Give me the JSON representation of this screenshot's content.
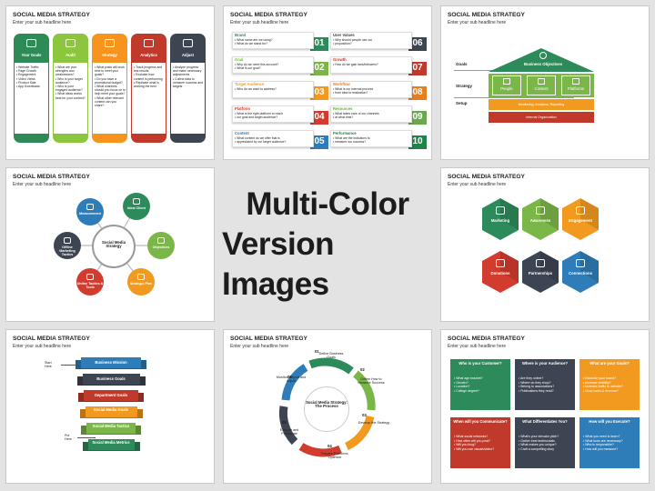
{
  "center_text": {
    "line1": "Multi-Color",
    "line2": "Version Images"
  },
  "slide_common": {
    "title": "SOCIAL MEDIA STRATEGY",
    "subtitle": "Enter your sub headline here"
  },
  "slide1": {
    "columns": [
      {
        "label": "Your Goals",
        "color": "#2e8b57",
        "bullets": [
          "Website Traffic",
          "Page Growth",
          "Engagement",
          "Video Views",
          "Product Sale",
          "App Downloads"
        ]
      },
      {
        "label": "Audit",
        "color": "#8cc63f",
        "bullets": [
          "What are your strengths and weaknesses?",
          "Who is your target audience?",
          "Who is your engaged audience?",
          "What ideas works best for your content?"
        ]
      },
      {
        "label": "Strategy",
        "color": "#f7941d",
        "bullets": [
          "What posts will work best to meet your goals?",
          "Do you have a promotional budget?",
          "What channels should you focus on to help meet your goals?",
          "What other relevant content can you share?"
        ]
      },
      {
        "label": "Analytics",
        "color": "#c0392b",
        "bullets": [
          "Track progress and test results",
          "Evaluate how content is performing",
          "Replicate what is working the best"
        ]
      },
      {
        "label": "Adjust",
        "color": "#3d4452",
        "bullets": [
          "Analyze progress and make necessary adjustments",
          "Collect data to measure success and targets"
        ]
      }
    ]
  },
  "slide2": {
    "items": [
      {
        "num": "01",
        "title": "Brand",
        "color": "#2d8a5a",
        "lines": [
          "What name are we using?",
          "What do we stand for?"
        ]
      },
      {
        "num": "02",
        "title": "Goal",
        "color": "#7ab648",
        "lines": [
          "Why do we need this account?",
          "What is our goal?"
        ]
      },
      {
        "num": "03",
        "title": "Target Audience",
        "color": "#f29a1f",
        "lines": [
          "Who do we want to address?"
        ]
      },
      {
        "num": "04",
        "title": "Platform",
        "color": "#d23c2f",
        "lines": [
          "What is the right platform to reach",
          "our goal and target audience?"
        ]
      },
      {
        "num": "05",
        "title": "Content",
        "color": "#2f7db8",
        "lines": [
          "What content do we offer that is",
          "appreciated by our target audience?"
        ]
      },
      {
        "num": "06",
        "title": "User Values",
        "color": "#3d4452",
        "lines": [
          "Why should people use our",
          "proposition?"
        ]
      },
      {
        "num": "07",
        "title": "Growth",
        "color": "#c0392b",
        "lines": [
          "How do we gain fans/followers?"
        ]
      },
      {
        "num": "08",
        "title": "Workflow",
        "color": "#e67e22",
        "lines": [
          "What is our internal process",
          "from idea to realization?"
        ]
      },
      {
        "num": "09",
        "title": "Resources",
        "color": "#6aa84f",
        "lines": [
          "What takes care of our channels",
          "at what time?"
        ]
      },
      {
        "num": "10",
        "title": "Performance",
        "color": "#1e8449",
        "lines": [
          "What are the indicators to",
          "measure our success?"
        ]
      }
    ]
  },
  "slide3": {
    "row_labels": [
      "Goals",
      "Strategy",
      "Setup"
    ],
    "roof": "Business Objectives",
    "pillars": [
      "People",
      "Content",
      "Platforms"
    ],
    "bar1": "Monitoring, Analytics, Reporting",
    "bar2": "Internal Organization"
  },
  "slide4": {
    "hub": "Social Media Strategy",
    "nodes": [
      {
        "label": "Measurement",
        "color": "#2f7db8"
      },
      {
        "label": "Ideal Client",
        "color": "#2d8a5a"
      },
      {
        "label": "Objectives",
        "color": "#7ab648"
      },
      {
        "label": "Strategic Plan",
        "color": "#f29a1f"
      },
      {
        "label": "Online Tactics & Tools",
        "color": "#d23c2f"
      },
      {
        "label": "Offline Marketing Tactics",
        "color": "#3d4452"
      }
    ]
  },
  "slide5": {
    "hexes": [
      {
        "label": "Marketing",
        "color": "#2d8a5a"
      },
      {
        "label": "Awareness",
        "color": "#7ab648"
      },
      {
        "label": "Engagement",
        "color": "#f29a1f"
      },
      {
        "label": "Donations",
        "color": "#d23c2f"
      },
      {
        "label": "Partnerships",
        "color": "#3d4452"
      },
      {
        "label": "Connections",
        "color": "#2f7db8"
      }
    ]
  },
  "slide6": {
    "left_labels": [
      "Start Here",
      "Put Here"
    ],
    "banners": [
      {
        "label": "Business Mission",
        "color": "#2f7db8"
      },
      {
        "label": "Business Goals",
        "color": "#3d4452"
      },
      {
        "label": "Department Goals",
        "color": "#c0392b"
      },
      {
        "label": "Social Media Goals",
        "color": "#f29a1f"
      },
      {
        "label": "Social Media Tactics",
        "color": "#7ab648"
      },
      {
        "label": "Social Media Metrics",
        "color": "#2d8a5a"
      }
    ]
  },
  "slide7": {
    "center": "Social Media Strategy: The Process",
    "steps": [
      {
        "num": "01",
        "label": "Define Business Goals",
        "color": "#2d8a5a"
      },
      {
        "num": "02",
        "label": "Define How to Measure Success",
        "color": "#7ab648"
      },
      {
        "num": "03",
        "label": "Develop the Strategy",
        "color": "#f29a1f"
      },
      {
        "num": "04",
        "label": "Prepare Platforms, Optimize",
        "color": "#d23c2f"
      },
      {
        "num": "05",
        "label": "Execute and Participate",
        "color": "#3d4452"
      },
      {
        "num": "06",
        "label": "Monitor, Report and Adjust",
        "color": "#2f7db8"
      }
    ]
  },
  "slide8": {
    "cards": [
      {
        "title": "Who is your Customer?",
        "color": "#2d8a5a",
        "bullets": [
          "What age bracket?",
          "Gender?",
          "Location?",
          "College degree?"
        ]
      },
      {
        "title": "Where is your Audience?",
        "color": "#3d4452",
        "bullets": [
          "Are they online?",
          "Where do they shop?",
          "Belong to associations?",
          "Publications they read?"
        ]
      },
      {
        "title": "What are your Goals?",
        "color": "#f29a1f",
        "bullets": [
          "Establish your brand?",
          "Increase visibility?",
          "Increase traffic to website?",
          "Grow sales & revenue?"
        ]
      },
      {
        "title": "When will you Communicate?",
        "color": "#c0392b",
        "bullets": [
          "What social networks?",
          "How often will you post?",
          "Will you blog?",
          "Will you use visuals/video?"
        ]
      },
      {
        "title": "What Differentiates You?",
        "color": "#3d4452",
        "bullets": [
          "What's your elevator pitch?",
          "Gather best testimonials",
          "What makes you unique?",
          "Craft a compelling story"
        ]
      },
      {
        "title": "How will you Execute?",
        "color": "#2f7db8",
        "bullets": [
          "What you need to learn?",
          "What tools are necessary?",
          "Who is responsible?",
          "How will you measure?"
        ]
      }
    ]
  }
}
